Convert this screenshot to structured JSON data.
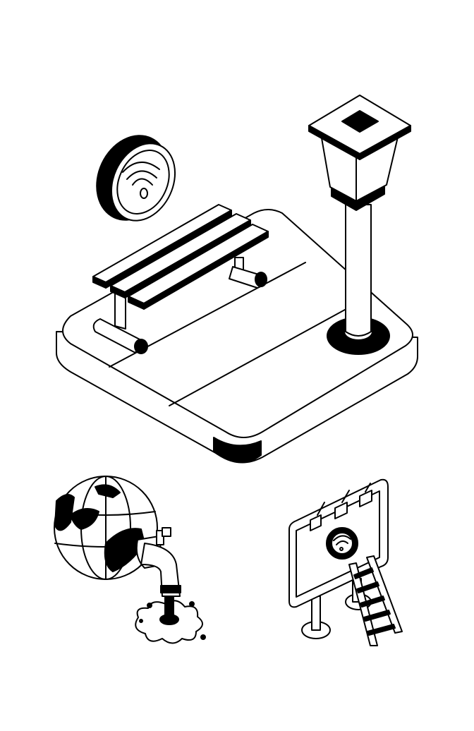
{
  "illustration": {
    "colors": {
      "line": "#000000",
      "background": "#ffffff"
    },
    "objects": [
      "park-platform",
      "bench",
      "street-lamp",
      "wifi-sign",
      "globe-with-tap",
      "billboard-with-ladder"
    ]
  }
}
